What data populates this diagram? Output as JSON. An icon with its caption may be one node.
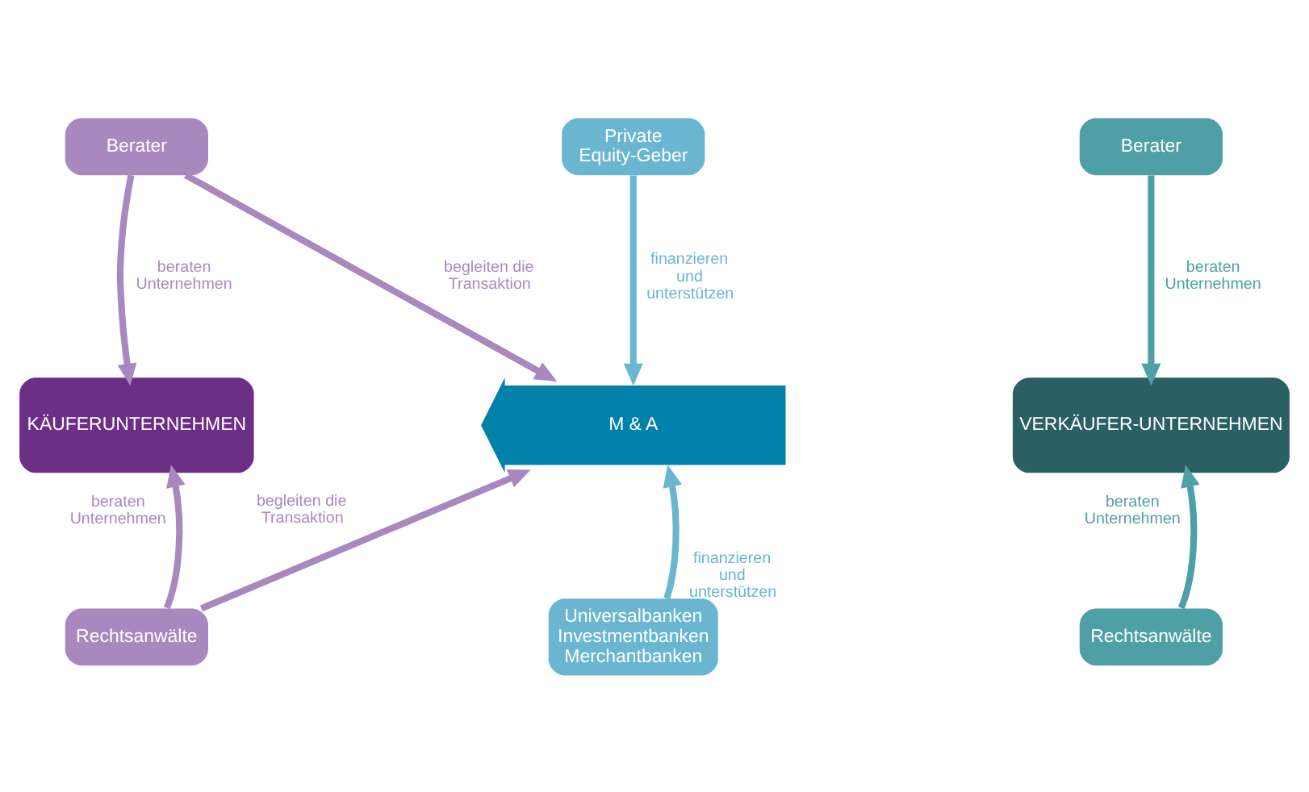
{
  "diagram": {
    "nodes": [
      {
        "text": [
          "Berater"
        ]
      },
      {
        "text": [
          "Private Equity-Geber"
        ]
      },
      {
        "text": [
          "Berater"
        ]
      },
      {
        "text": [
          "KÄUFERUNTERNEHMEN"
        ]
      },
      {
        "text": [
          "M & A"
        ]
      },
      {
        "text": [
          "VERKÄUFER-UNTERNEHMEN"
        ]
      },
      {
        "text": [
          "Rechtsanwälte"
        ]
      },
      {
        "text": [
          "Universalbanken Investmentbanken Merchantbanken"
        ]
      },
      {
        "text": [
          "Rechtsanwälte"
        ]
      }
    ],
    "edges": [
      {
        "from": 0,
        "to": 3,
        "arrow": "to",
        "label": "beraten Unternehmen"
      },
      {
        "from": 0,
        "to": 4,
        "arrow": "to",
        "label": "begleiten die Transaktion"
      },
      {
        "from": 1,
        "to": 4,
        "arrow": "to",
        "label": "finanzieren und unterstützen",
        "color": "#6ab6d1"
      },
      {
        "from": 2,
        "to": 5,
        "arrow": "to",
        "label": "beraten Unternehmen",
        "color": "#4fa0a6"
      },
      {
        "from": 6,
        "to": 3,
        "arrow": "to",
        "label": "beraten Unternehmen"
      },
      {
        "from": 6,
        "to": 4,
        "arrow": "to",
        "label": "begleiten die Transaktion"
      },
      {
        "from": 7,
        "to": 4,
        "arrow": "to",
        "label": "finanzieren und unterstützen",
        "color": "#6ab6d1"
      },
      {
        "from": 8,
        "to": 5,
        "arrow": "to",
        "label": "beraten Unternehmen",
        "color": "#4fa0a6"
      }
    ]
  }
}
